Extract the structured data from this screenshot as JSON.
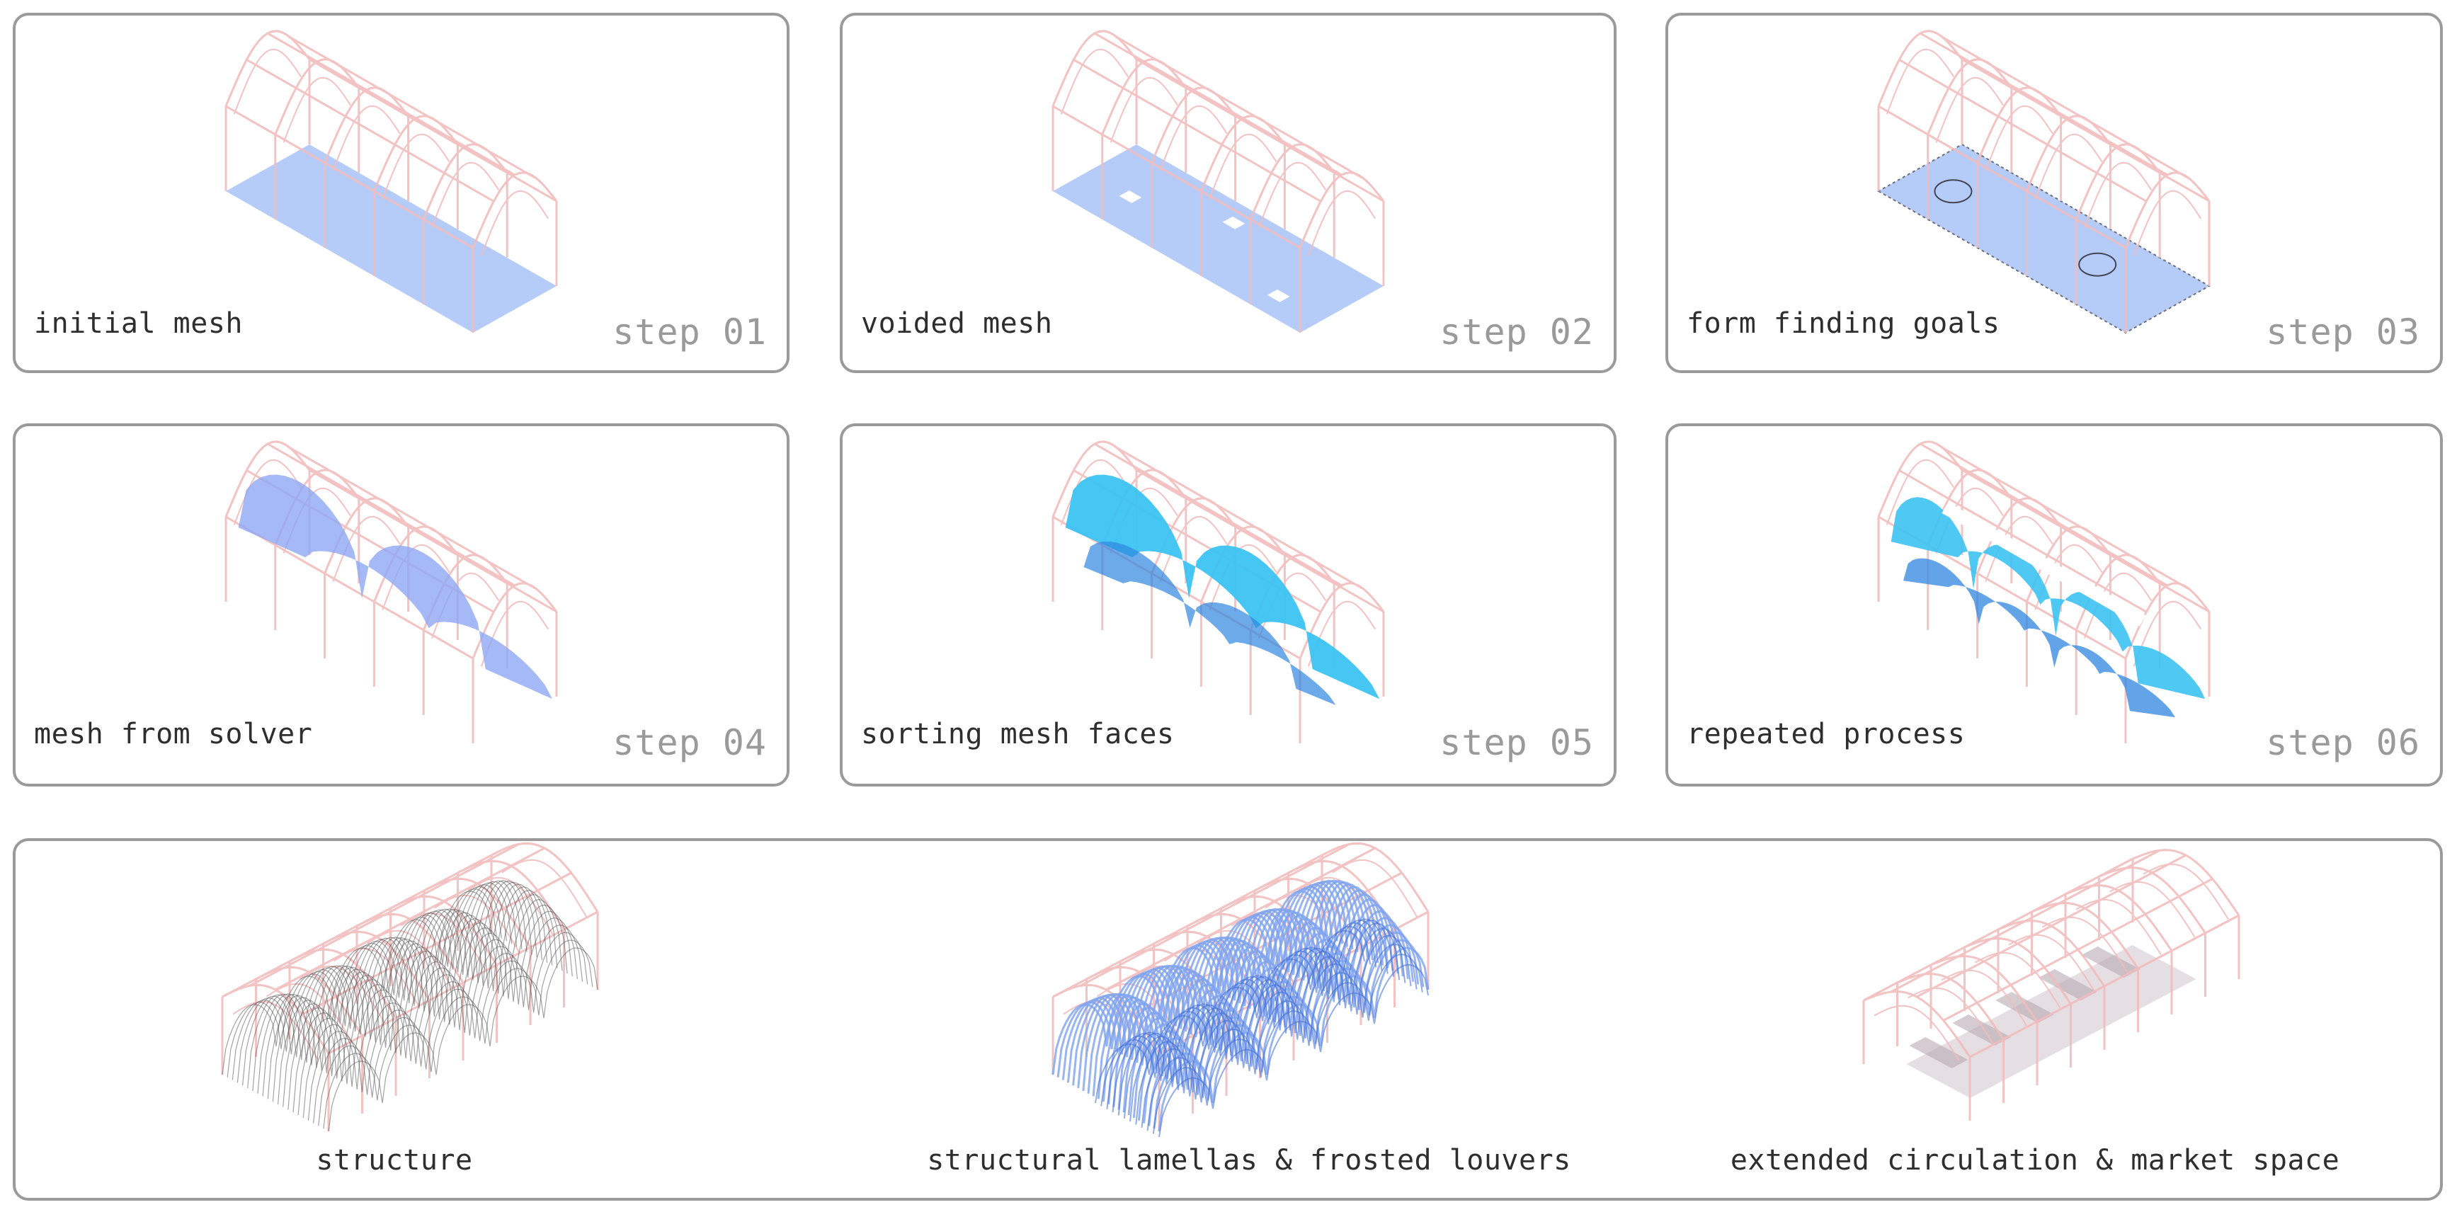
{
  "panels": [
    {
      "label": "initial mesh",
      "step": "step 01"
    },
    {
      "label": "voided mesh",
      "step": "step 02"
    },
    {
      "label": "form finding goals",
      "step": "step 03"
    },
    {
      "label": "mesh from solver",
      "step": "step 04"
    },
    {
      "label": "sorting mesh faces",
      "step": "step 05"
    },
    {
      "label": "repeated process",
      "step": "step 06"
    }
  ],
  "bottom": {
    "labels": [
      "structure",
      "structural lamellas & frosted louvers",
      "extended circulation & market space"
    ]
  },
  "colors": {
    "frame": "#f2bcbc",
    "mesh": "#a9c3f7",
    "solver": "#8fa8f5",
    "sorted_light": "#3cc3f2",
    "sorted_dark": "#2f86e0",
    "border": "#9a9a9a"
  }
}
